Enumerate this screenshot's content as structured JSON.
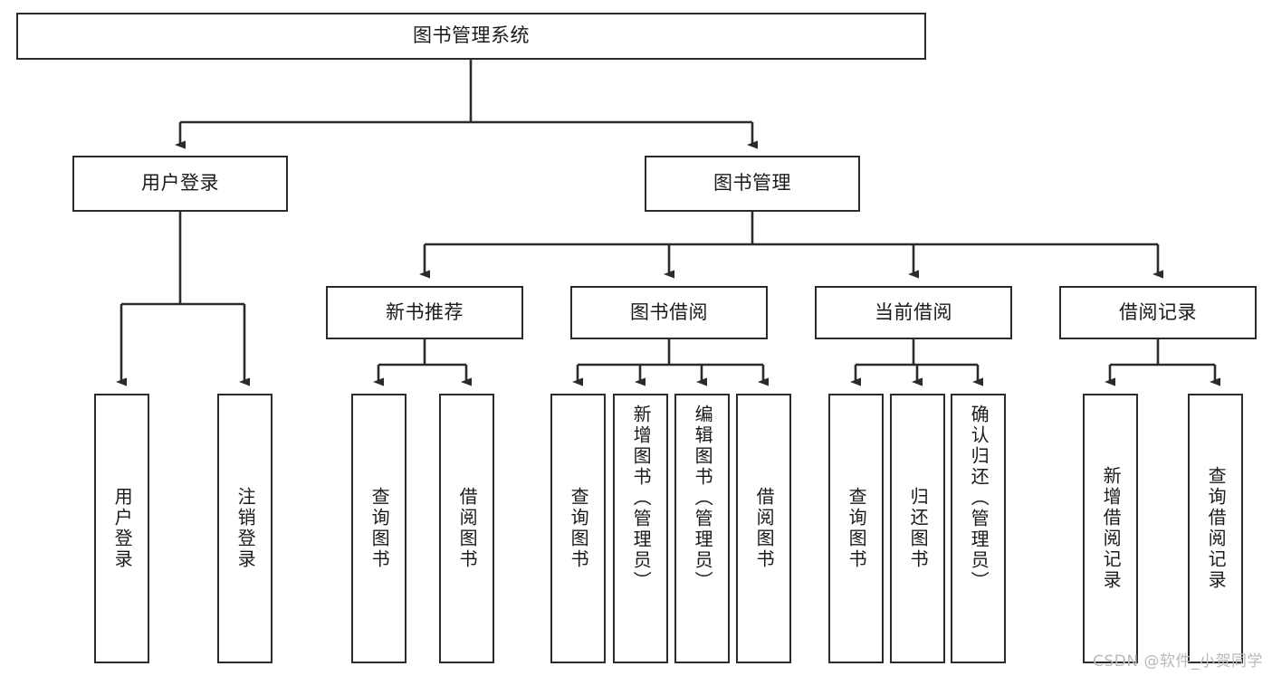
{
  "diagram": {
    "title": "图书管理系统",
    "type": "functional-structure-tree",
    "watermark": "CSDN @软件_小贺同学",
    "colors": {
      "stroke": "#2b2b2b",
      "fill": "#ffffff",
      "text": "#1a1a1a",
      "watermark": "#b9b9b9"
    },
    "root": {
      "label": "图书管理系统"
    },
    "level1": [
      {
        "label": "用户登录"
      },
      {
        "label": "图书管理"
      }
    ],
    "level2": [
      {
        "label": "新书推荐"
      },
      {
        "label": "图书借阅"
      },
      {
        "label": "当前借阅"
      },
      {
        "label": "借阅记录"
      }
    ],
    "leaves": {
      "user_login": [
        {
          "label": "用户登录"
        },
        {
          "label": "注销登录"
        }
      ],
      "new_book_recommend": [
        {
          "label": "查询图书"
        },
        {
          "label": "借阅图书"
        }
      ],
      "book_borrow": [
        {
          "label": "查询图书"
        },
        {
          "label": "新增图书（管理员）"
        },
        {
          "label": "编辑图书（管理员）"
        },
        {
          "label": "借阅图书"
        }
      ],
      "current_borrow": [
        {
          "label": "查询图书"
        },
        {
          "label": "归还图书"
        },
        {
          "label": "确认归还（管理员）"
        }
      ],
      "borrow_record": [
        {
          "label": "新增借阅记录"
        },
        {
          "label": "查询借阅记录"
        }
      ]
    }
  }
}
